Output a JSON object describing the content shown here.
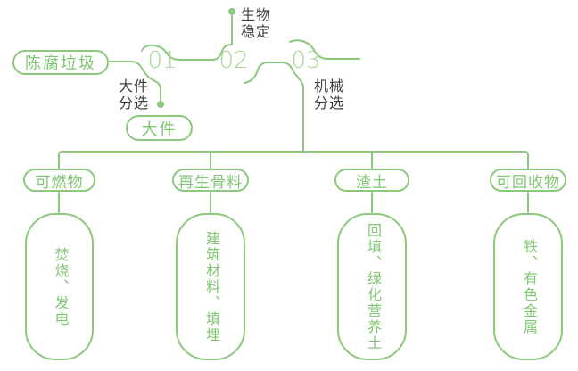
{
  "diagram": {
    "source": {
      "label": "陈腐垃圾"
    },
    "stages": [
      {
        "number": "01",
        "label": "大件\n分选"
      },
      {
        "number": "02",
        "label": "生物\n稳定"
      },
      {
        "number": "03",
        "label": "机械\n分选"
      }
    ],
    "bulky_output": {
      "label": "大件"
    },
    "outputs": [
      {
        "category": "可燃物",
        "detail": "焚烧、发电"
      },
      {
        "category": "再生骨料",
        "detail": "建筑材料、填埋"
      },
      {
        "category": "渣土",
        "detail": "回填、绿化营养土"
      },
      {
        "category": "可回收物",
        "detail": "铁、有色金属"
      }
    ],
    "colors": {
      "line_green": "#8cc87d",
      "text_green": "#7ec66f",
      "number_green": "#a6d694",
      "text_dark": "#3e3e3e",
      "background": "#ffffff"
    }
  }
}
